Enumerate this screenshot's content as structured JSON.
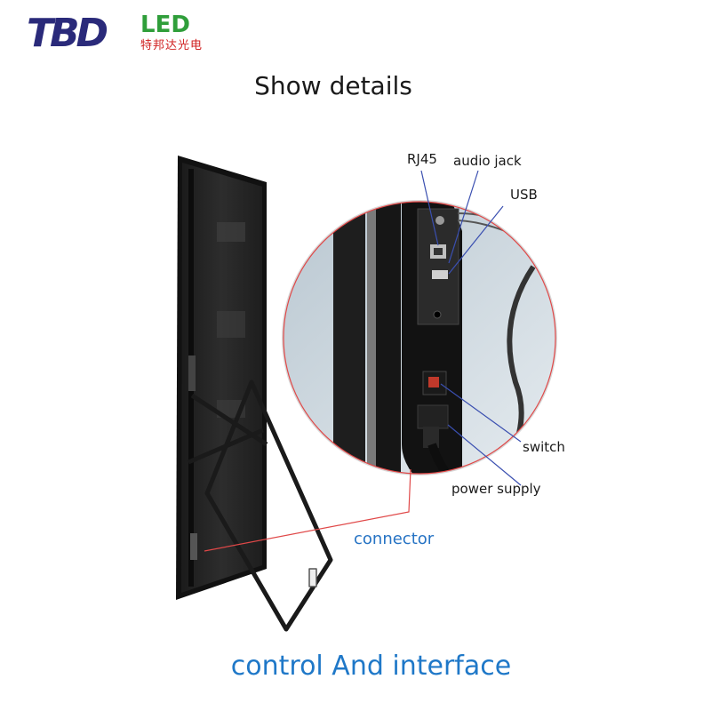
{
  "brand": {
    "mark": "TBD",
    "led": "LED",
    "chinese_name": "特邦达光电",
    "mark_color": "#2a2a7a",
    "led_color": "#2f9e3a",
    "chinese_color": "#d02020"
  },
  "heading": "Show details",
  "callouts": {
    "rj45": "RJ45",
    "audio_jack": "audio jack",
    "usb": "USB",
    "switch": "switch",
    "power_supply": "power supply",
    "connector": "connector"
  },
  "footer": "control And interface",
  "colors": {
    "accent_blue": "#1f78c8",
    "leader_line_blue": "#3a4fb0",
    "leader_line_red": "#e04848"
  }
}
